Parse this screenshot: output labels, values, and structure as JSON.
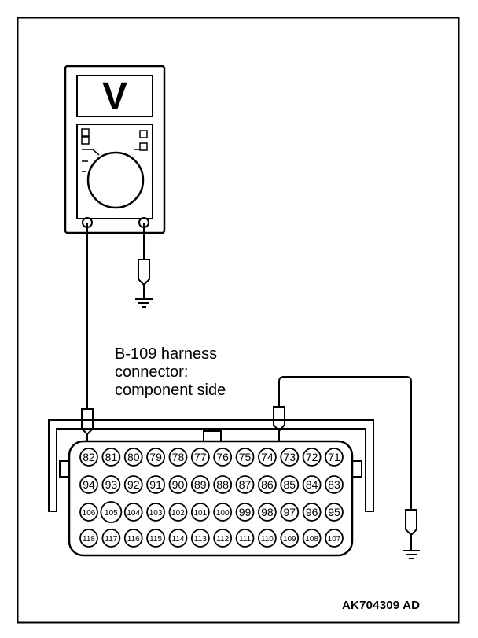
{
  "diagram": {
    "meter": {
      "display_symbol": "V",
      "mode": "voltage"
    },
    "connector": {
      "caption_lines": [
        "B-109 harness",
        "connector:",
        "component side"
      ],
      "pins": [
        [
          "82",
          "81",
          "80",
          "79",
          "78",
          "77",
          "76",
          "75",
          "74",
          "73",
          "72",
          "71"
        ],
        [
          "94",
          "93",
          "92",
          "91",
          "90",
          "89",
          "88",
          "87",
          "86",
          "85",
          "84",
          "83"
        ],
        [
          "106",
          "105",
          "104",
          "103",
          "102",
          "101",
          "100",
          "99",
          "98",
          "97",
          "96",
          "95"
        ],
        [
          "118",
          "117",
          "116",
          "115",
          "114",
          "113",
          "112",
          "111",
          "110",
          "109",
          "108",
          "107"
        ]
      ],
      "probed_pins": [
        "82",
        "73"
      ]
    },
    "figure_code": "AK704309 AD"
  }
}
